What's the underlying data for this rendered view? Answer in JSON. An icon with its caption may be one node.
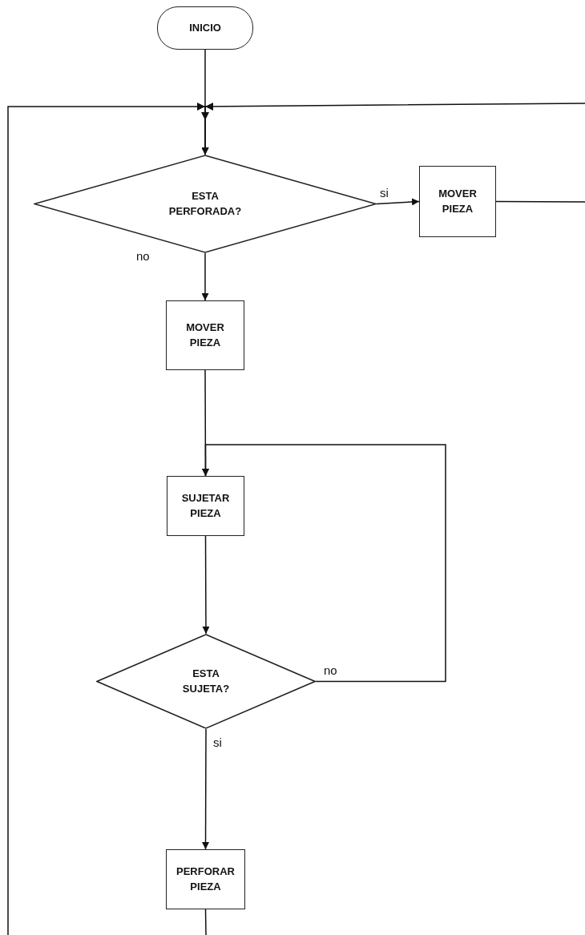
{
  "diagram": {
    "nodes": [
      {
        "text": [
          "INICIO"
        ]
      },
      {
        "text": [
          "ESTA PERFORADA?"
        ]
      },
      {
        "text": [
          "MOVER PIEZA"
        ]
      },
      {
        "text": [
          "MOVER PIEZA"
        ]
      },
      {
        "text": [
          "SUJETAR PIEZA"
        ]
      },
      {
        "text": [
          "ESTA SUJETA?"
        ]
      },
      {
        "text": [
          "PERFORAR PIEZA"
        ]
      }
    ],
    "edges": [
      {
        "from": 0,
        "to": 1,
        "arrow": "to"
      },
      {
        "from": 1,
        "to": 2,
        "arrow": "to",
        "label": "si"
      },
      {
        "from": 1,
        "to": 3,
        "arrow": "to",
        "label": "no"
      },
      {
        "from": 3,
        "to": 4,
        "arrow": "to"
      },
      {
        "from": 4,
        "to": 5,
        "arrow": "to"
      },
      {
        "from": 5,
        "to": 4,
        "arrow": "to",
        "label": "no"
      },
      {
        "from": 5,
        "to": 6,
        "arrow": "to",
        "label": "si"
      },
      {
        "from": 6,
        "to": null,
        "arrow": "none"
      },
      {
        "from": null,
        "to": 1,
        "arrow": "to"
      },
      {
        "from": 2,
        "to": null,
        "arrow": "none"
      },
      {
        "from": null,
        "to": 1,
        "arrow": "to"
      }
    ]
  }
}
